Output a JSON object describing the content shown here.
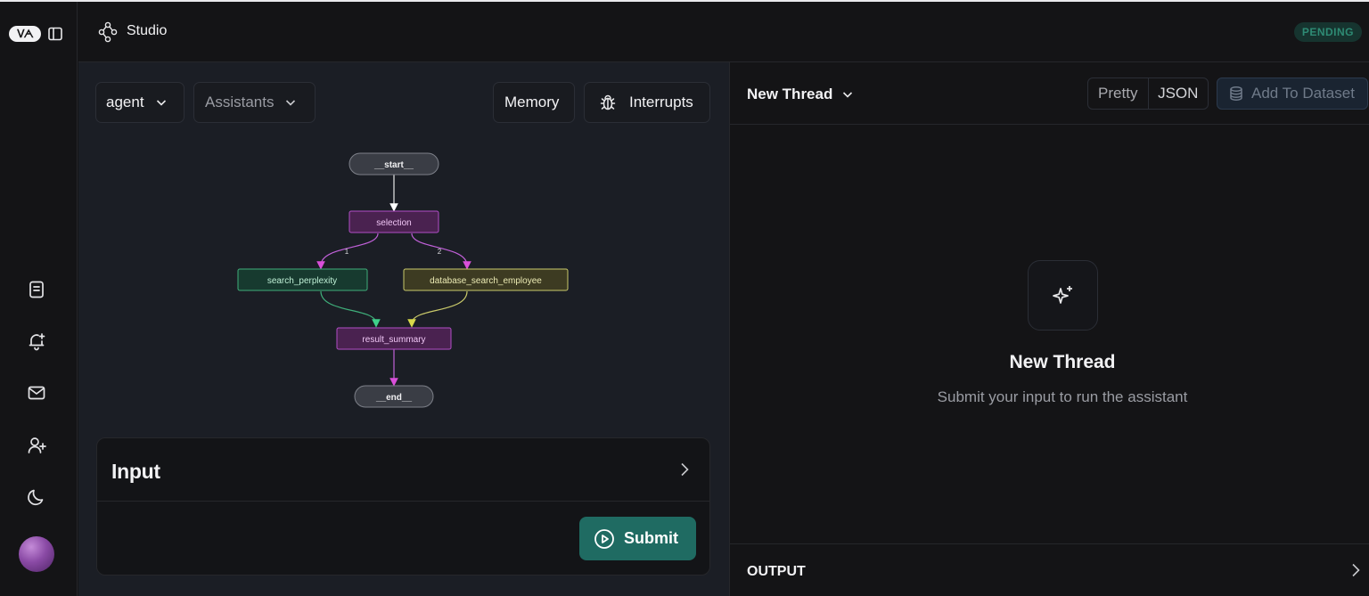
{
  "app": {
    "logo_text": "ᐯᗅ",
    "title": "Studio",
    "status_badge": "PENDING"
  },
  "toolbar": {
    "graph_select": "agent",
    "assistants_select": "Assistants",
    "memory_label": "Memory",
    "interrupts_label": "Interrupts"
  },
  "graph": {
    "nodes": {
      "start": "__start__",
      "selection": "selection",
      "search_perplexity": "search_perplexity",
      "database_search_employee": "database_search_employee",
      "result_summary": "result_summary",
      "end": "__end__"
    },
    "edge_labels": {
      "to_search": "1",
      "to_database": "2"
    }
  },
  "input": {
    "title": "Input",
    "submit_label": "Submit"
  },
  "thread": {
    "selector_label": "New Thread",
    "view_options": [
      "Pretty",
      "JSON"
    ],
    "add_to_dataset_label": "Add To Dataset",
    "empty_title": "New Thread",
    "empty_subtitle": "Submit your input to run the assistant",
    "output_label": "OUTPUT"
  },
  "sidebar": {
    "icons": [
      "document-icon",
      "bell-plus-icon",
      "mail-icon",
      "user-plus-icon",
      "moon-icon"
    ]
  },
  "colors": {
    "accent_teal": "#1f6b62",
    "node_purple": "#c060d8",
    "node_green": "#3fae7a",
    "node_yellow": "#c9c96a",
    "pending_text": "#2e8b74"
  }
}
